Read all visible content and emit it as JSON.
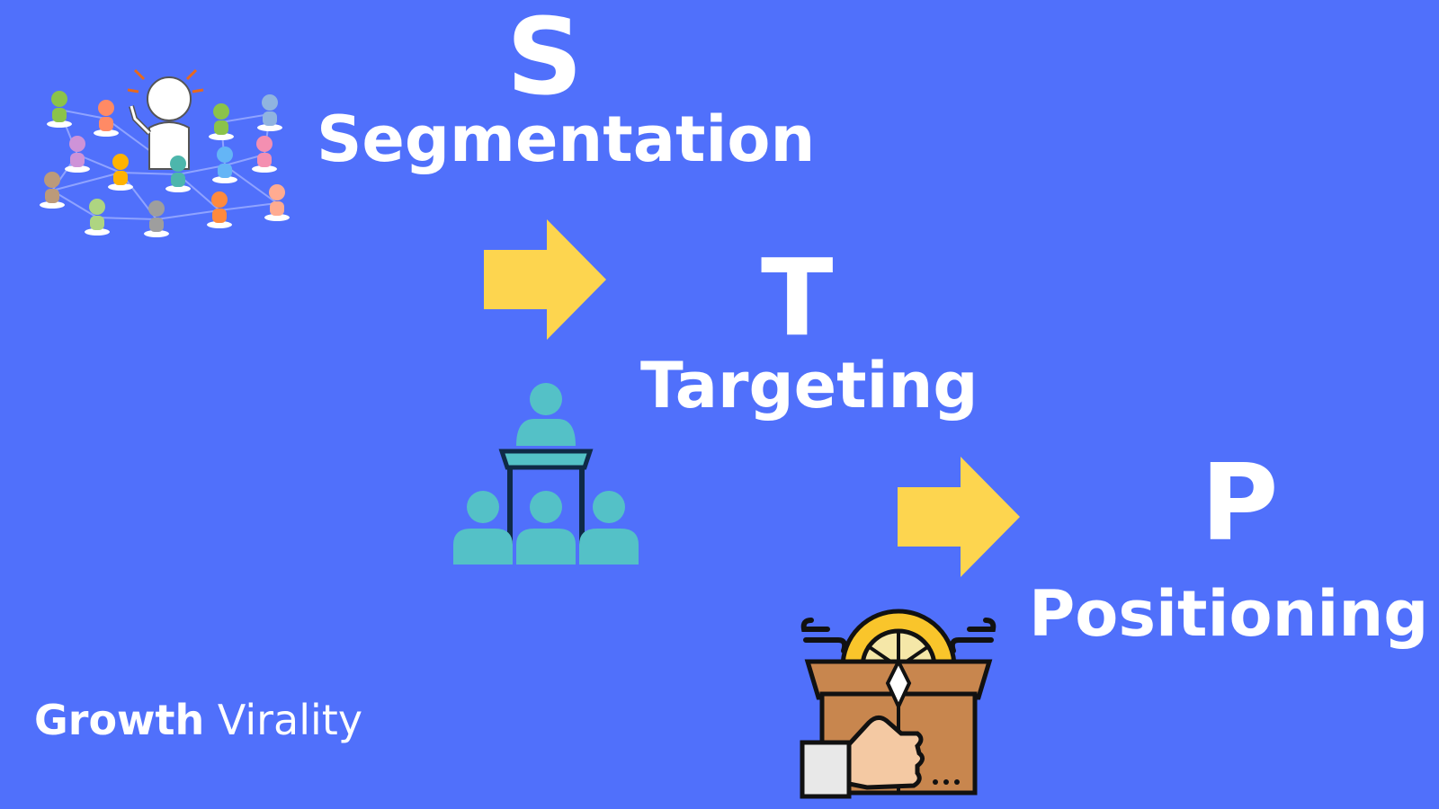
{
  "steps": [
    {
      "letter": "S",
      "word": "Segmentation"
    },
    {
      "letter": "T",
      "word": "Targeting"
    },
    {
      "letter": "P",
      "word": "Positioning"
    }
  ],
  "brand": {
    "part1": "Growth",
    "part2": "Virality"
  },
  "colors": {
    "background": "#5070fb",
    "arrow": "#fdd54f",
    "text": "#ffffff",
    "teal": "#54c1c7",
    "navy": "#0f2a47"
  },
  "icons": [
    "social-network-icon",
    "right-arrow-icon",
    "audience-presenter-icon",
    "right-arrow-icon",
    "product-box-icon"
  ]
}
